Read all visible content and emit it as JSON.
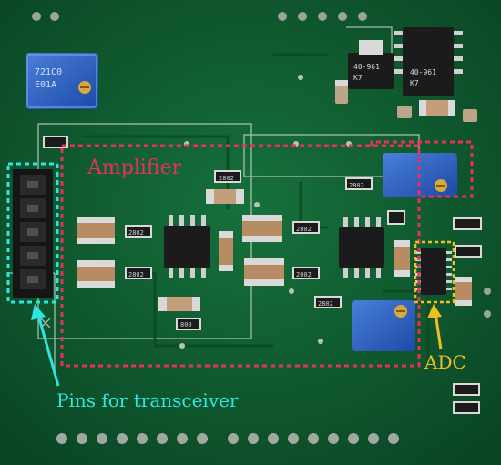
{
  "annotations": {
    "amplifier": {
      "label": "Amplifier",
      "color": "#e8305a"
    },
    "adc": {
      "label": "ADC",
      "color": "#f0c020"
    },
    "pins": {
      "label": "Pins for transceiver",
      "color": "#2ee6e0"
    }
  },
  "pcb": {
    "board_color": "#0f5a2e",
    "silk_color": "#c9d6cc"
  },
  "component_markings": {
    "potentiometer": "721C0\nE01A",
    "regulator_1": "40-961\nK7",
    "regulator_2": "40-961\nK7",
    "resistor": "2802",
    "resistor_alt": "2002",
    "resistor_small": "800"
  }
}
